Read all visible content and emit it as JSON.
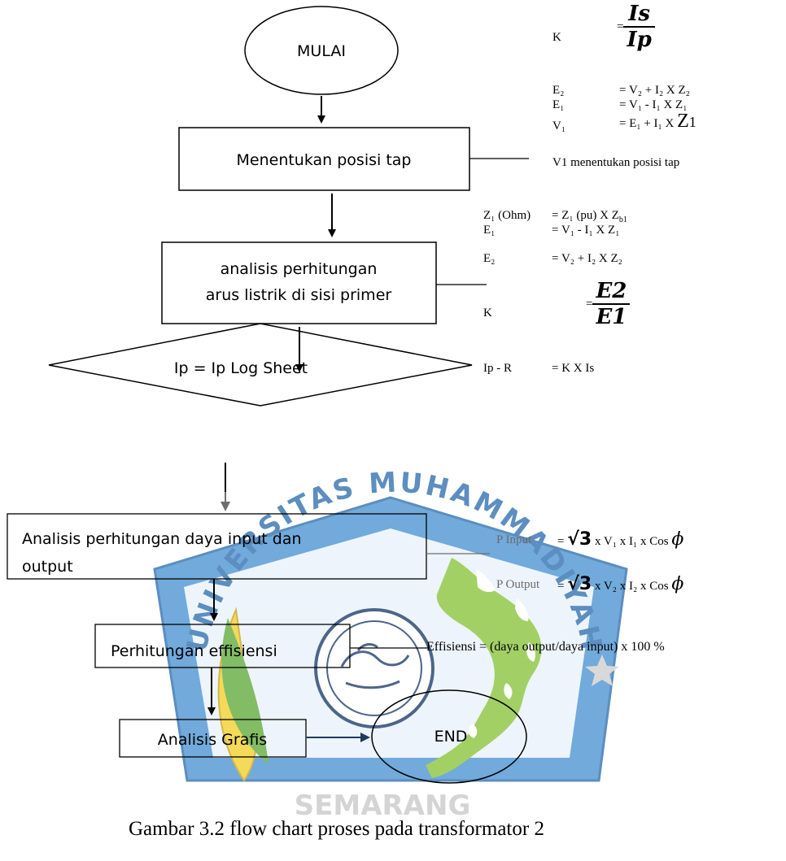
{
  "flowchart": {
    "start": "MULAI",
    "step_tap": "Menentukan posisi tap",
    "step_primary_line1": "analisis perhitungan",
    "step_primary_line2": "arus listrik di sisi primer",
    "decision": "Ip = Ip Log Sheet",
    "step_power_line1": "Analisis perhitungan daya input dan",
    "step_power_line2": "output",
    "step_efficiency": "Perhitungan effisiensi",
    "step_graph": "Analisis Grafis",
    "end": "END"
  },
  "equations_tap": {
    "k_lhs": "K",
    "k_num": "Is",
    "k_den": "Ip",
    "e2_lhs": "E₂",
    "e2_rhs": "= V₂ + I₂ X Z₂",
    "e1_lhs": "E₁",
    "e1_rhs": "= V₁ - I₁ X Z₁",
    "v1_lhs": "V₁",
    "v1_rhs": "= E₁ + I₁ X",
    "v1_z": "Z",
    "v1_sub": "1",
    "note": "V1 menentukan posisi tap"
  },
  "equations_primary": {
    "z1_lhs": "Z₁ (Ohm)",
    "z1_rhs": "= Z₁ (pu) X Z",
    "z1_sub": "b1",
    "e1_lhs": "E₁",
    "e1_rhs": "= V₁ - I₁ X Z₁",
    "e2_lhs": "E₂",
    "e2_rhs": "= V₂ + I₂ X Z₂",
    "k_lhs": "K",
    "k_num": "E2",
    "k_den": "E1",
    "ipr_lhs": "Ip - R",
    "ipr_rhs": "= K X Is"
  },
  "equations_power": {
    "pin_lhs": "P Input",
    "pin_eq": "=",
    "sqrt": "√3",
    "pin_rest": "x V₁ x I₁ x Cos",
    "pout_lhs": "P Output",
    "pout_eq": "=",
    "pout_rest": "x V₂ x I₂ x Cos",
    "phi": "ϕ"
  },
  "equation_efficiency": "Effisiensi = (daya output/daya input) x 100 %",
  "watermark": {
    "top_text": "UNIVERSITAS MUHAMMADIYAH",
    "bottom_text": "SEMARANG",
    "colors": {
      "blue": "#3a86c9",
      "green": "#8ac43a",
      "yellow": "#f2d02a",
      "dark": "#1c3b6b"
    }
  },
  "caption": "Gambar 3.2 flow chart proses pada transformator 2"
}
